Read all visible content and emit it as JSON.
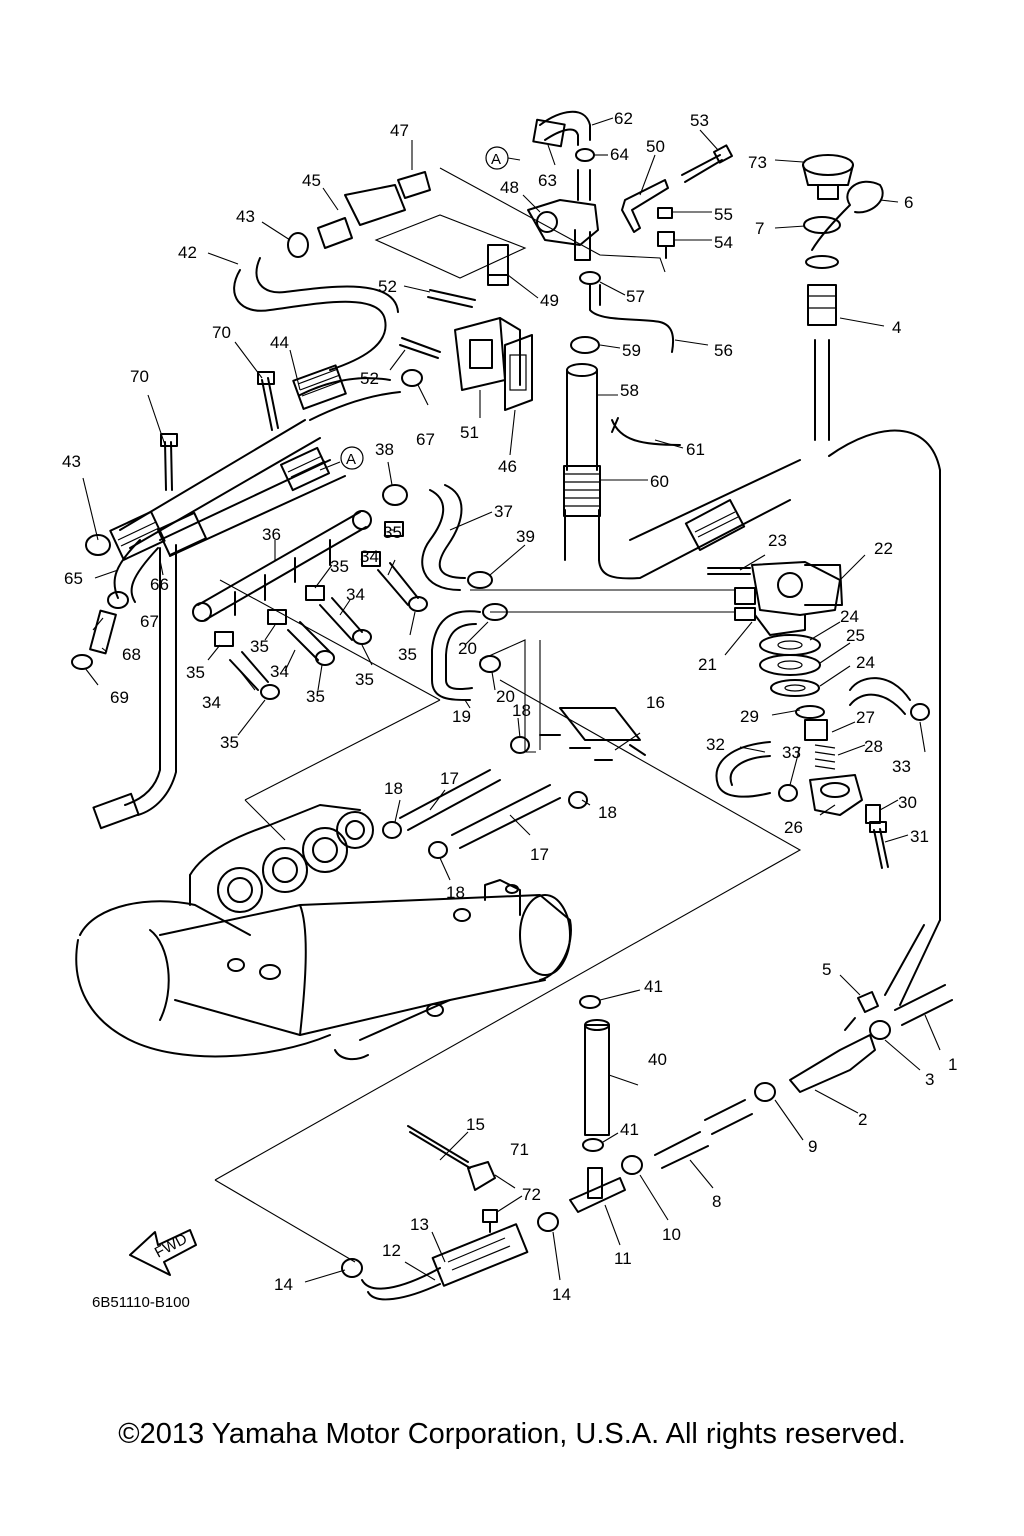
{
  "callouts": {
    "c1": "1",
    "c2": "2",
    "c3": "3",
    "c4": "4",
    "c5": "5",
    "c6": "6",
    "c7": "7",
    "c8": "8",
    "c9": "9",
    "c10": "10",
    "c11": "11",
    "c12": "12",
    "c13": "13",
    "c14a": "14",
    "c14b": "14",
    "c15": "15",
    "c16": "16",
    "c17a": "17",
    "c17b": "17",
    "c18a": "18",
    "c18b": "18",
    "c18c": "18",
    "c18d": "18",
    "c19": "19",
    "c20a": "20",
    "c20b": "20",
    "c21": "21",
    "c22": "22",
    "c23": "23",
    "c24a": "24",
    "c24b": "24",
    "c25": "25",
    "c26": "26",
    "c27": "27",
    "c28": "28",
    "c29": "29",
    "c30": "30",
    "c31": "31",
    "c32": "32",
    "c33a": "33",
    "c33b": "33",
    "c34a": "34",
    "c34b": "34",
    "c34c": "34",
    "c34d": "34",
    "c35a": "35",
    "c35b": "35",
    "c35c": "35",
    "c35d": "35",
    "c35e": "35",
    "c35f": "35",
    "c35g": "35",
    "c35h": "35",
    "c36": "36",
    "c37": "37",
    "c38": "38",
    "c39": "39",
    "c40": "40",
    "c41a": "41",
    "c41b": "41",
    "c42": "42",
    "c43a": "43",
    "c43b": "43",
    "c44": "44",
    "c45": "45",
    "c46": "46",
    "c47": "47",
    "c48": "48",
    "c49": "49",
    "c50": "50",
    "c51": "51",
    "c52a": "52",
    "c52b": "52",
    "c53": "53",
    "c54": "54",
    "c55": "55",
    "c56": "56",
    "c57": "57",
    "c58": "58",
    "c59": "59",
    "c60": "60",
    "c61": "61",
    "c62": "62",
    "c63": "63",
    "c64": "64",
    "c65": "65",
    "c66": "66",
    "c67a": "67",
    "c67b": "67",
    "c68": "68",
    "c69": "69",
    "c70a": "70",
    "c70b": "70",
    "c71": "71",
    "c72": "72",
    "c73": "73",
    "markA1": "A",
    "markA2": "A"
  },
  "fwd_label": "FWD",
  "diagram_code": "6B51110-B100",
  "copyright": "©2013 Yamaha Motor Corporation, U.S.A. All rights reserved."
}
